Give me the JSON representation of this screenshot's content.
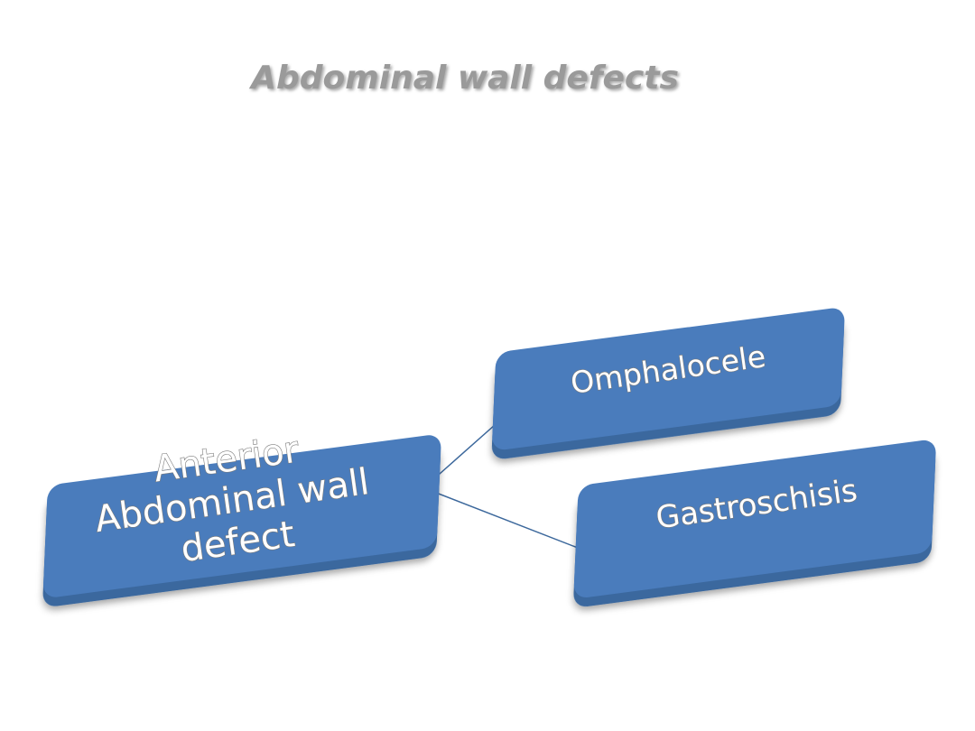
{
  "title": "Abdominal wall defects",
  "colors": {
    "box_fill": "#4a7cbc",
    "box_side": "#3a679e",
    "connector": "#3c689c",
    "title_color": "#9a9a9a"
  },
  "nodes": {
    "root": {
      "lines": [
        "Anterior",
        "Abdominal wall",
        "defect"
      ]
    },
    "child_1": {
      "label": "Omphalocele"
    },
    "child_2": {
      "label": "Gastroschisis"
    }
  }
}
